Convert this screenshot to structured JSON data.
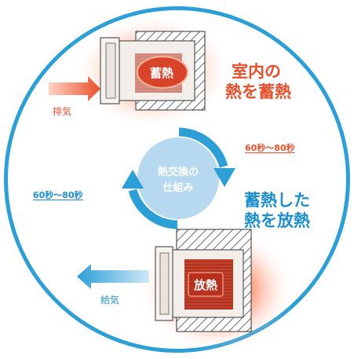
{
  "top": {
    "badge": "蓄熱",
    "heading_line1": "室内の",
    "heading_line2": "熱を蓄熱",
    "arrow_label": "排気",
    "timing": "60秒〜80秒"
  },
  "center": {
    "line1": "熱交換の",
    "line2": "仕組み"
  },
  "bottom": {
    "badge": "放熱",
    "heading_line1": "蓄熱した",
    "heading_line2": "熱を放熱",
    "arrow_label": "給気",
    "timing": "60秒〜80秒"
  },
  "colors": {
    "ring": "#2b9fd6",
    "heading_red": "#e8502b",
    "heading_blue": "#1d8fcf",
    "center_disc": "#b6d9ef",
    "glow": "#ff4a1f",
    "badge_fill": "#d8442a"
  }
}
